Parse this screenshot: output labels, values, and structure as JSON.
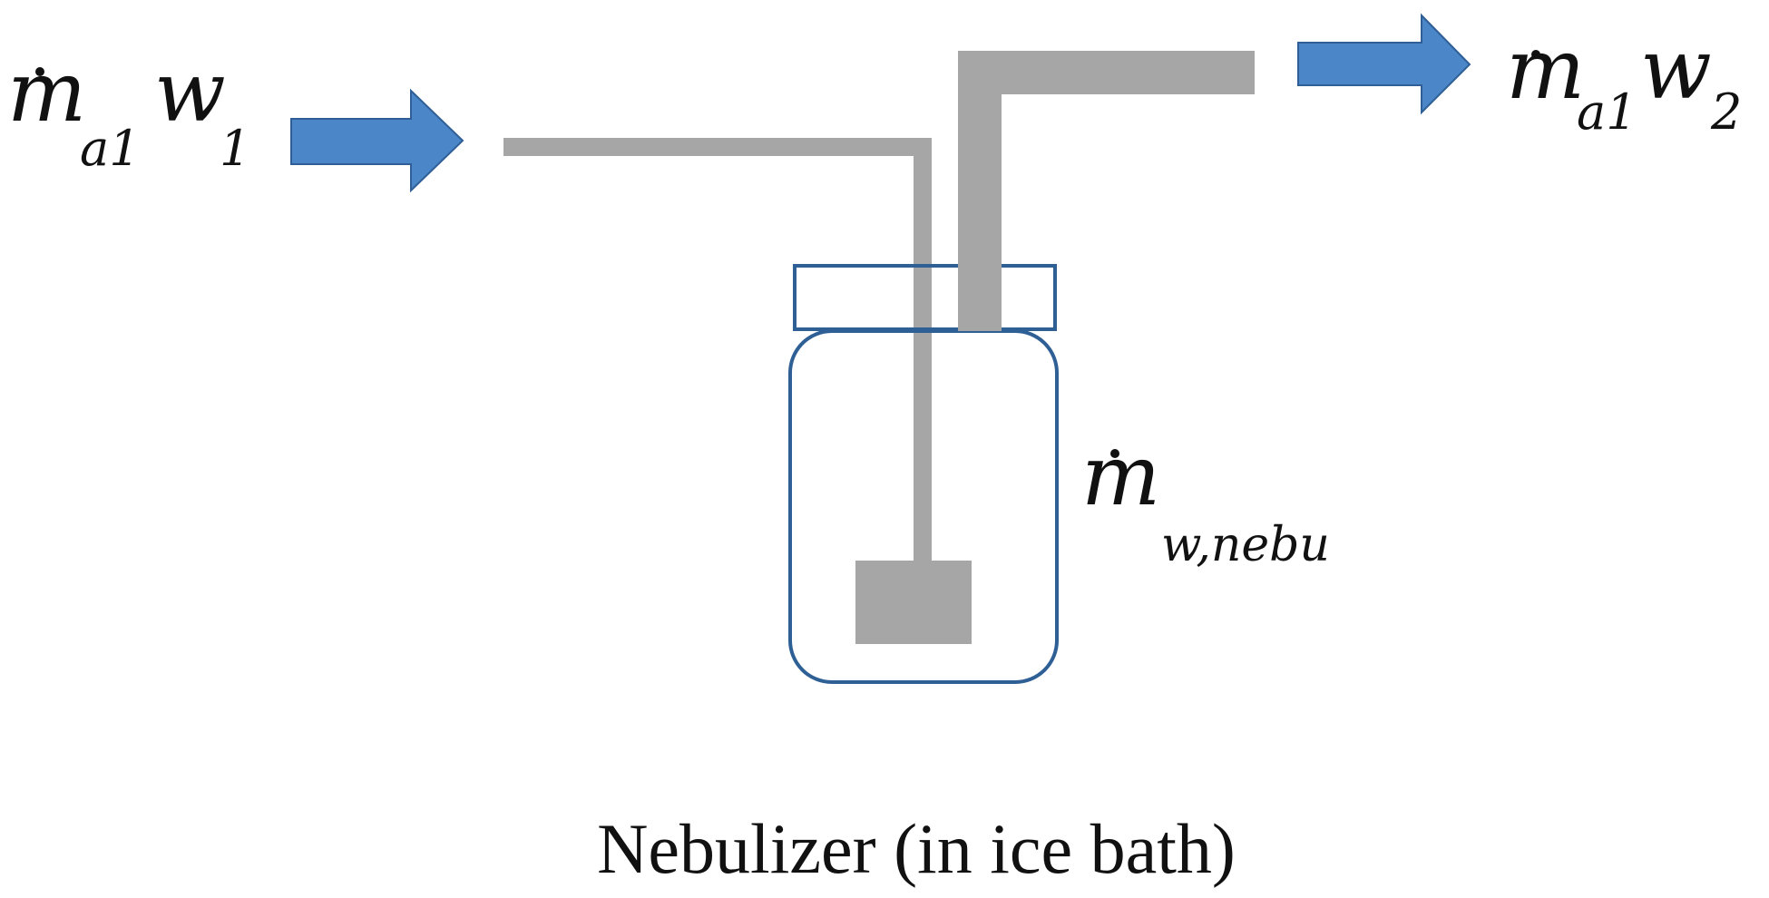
{
  "labels": {
    "inlet": {
      "main": "m",
      "main_sub": "a1",
      "second": "w",
      "second_sub": "1"
    },
    "outlet": {
      "main": "m",
      "main_sub": "a1",
      "second": "w",
      "second_sub": "2"
    },
    "nebulizer_flow": {
      "main": "m",
      "main_sub": "w,nebu"
    }
  },
  "caption": "Nebulizer (in ice bath)",
  "colors": {
    "arrow_fill": "#4a86c8",
    "arrow_stroke": "#2f5f96",
    "tube": "#a6a6a6",
    "vessel_outline": "#2e5f95",
    "text": "#111111"
  },
  "icons": {
    "inlet_arrow": "arrow-right-icon",
    "outlet_arrow": "arrow-right-icon",
    "dot_accent": "overdot-icon"
  }
}
